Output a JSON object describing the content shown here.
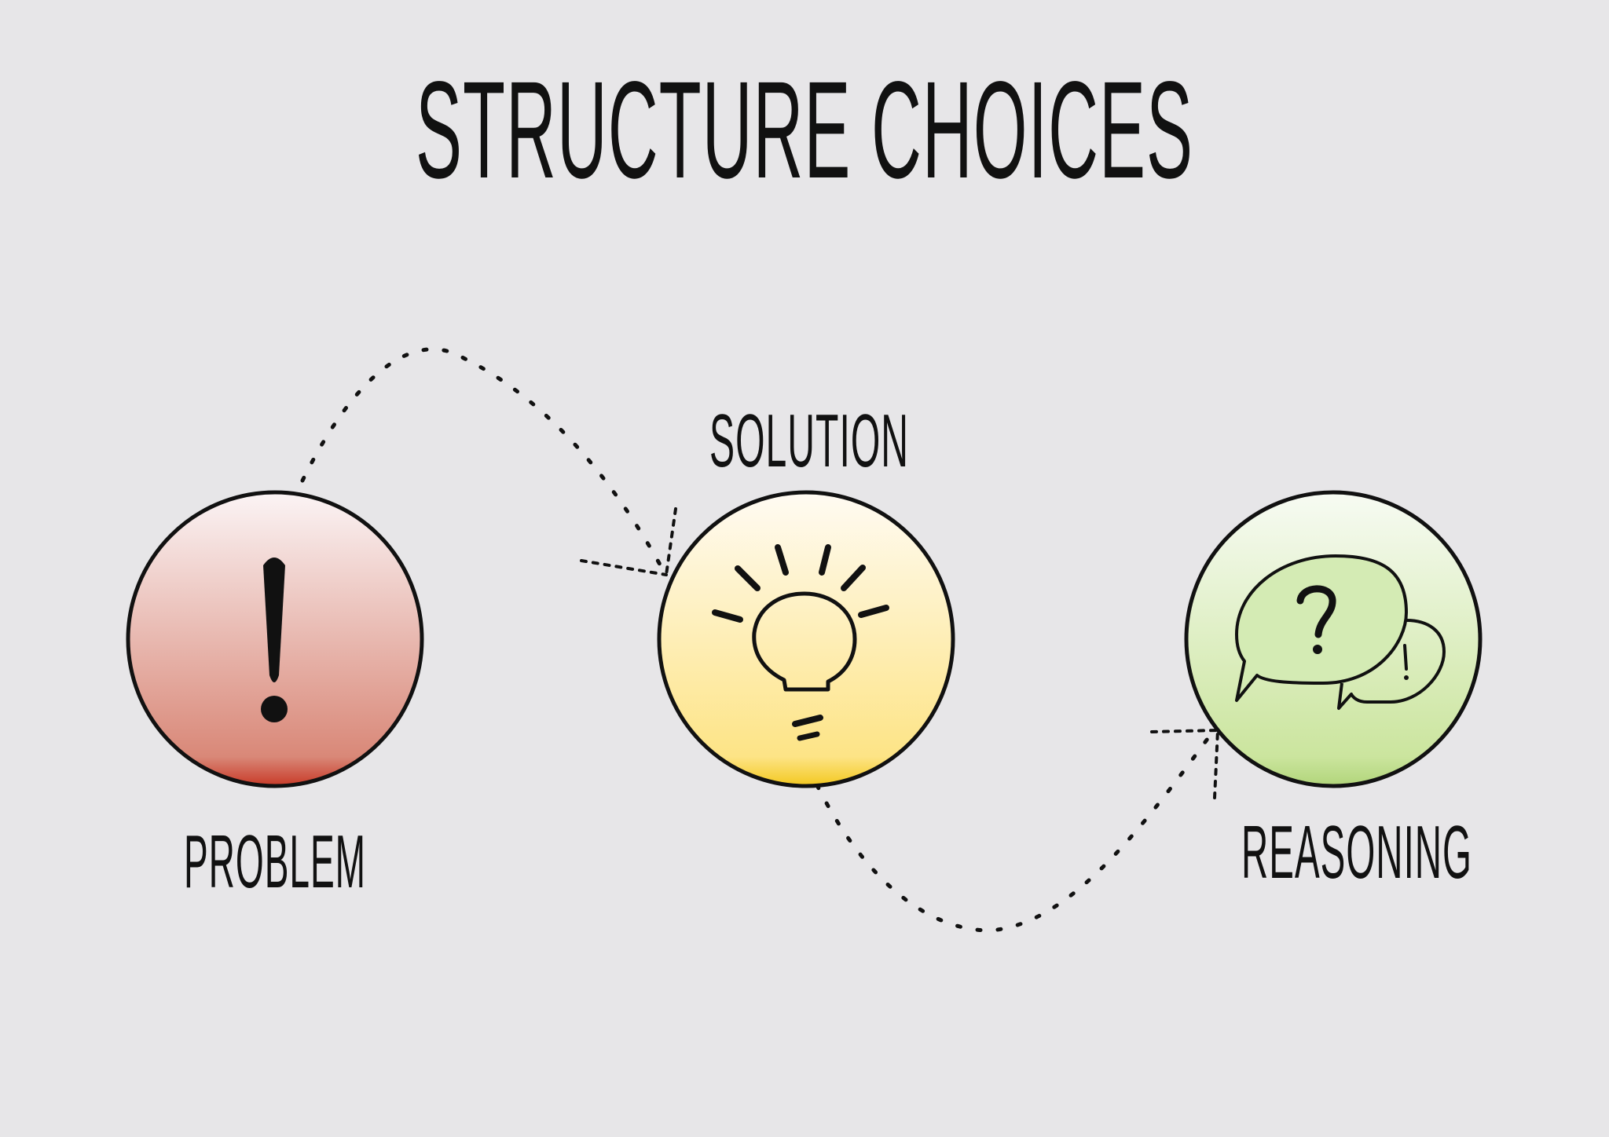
{
  "title": "STRUCTURE CHOICES",
  "nodes": [
    {
      "id": "problem",
      "label": "PROBLEM",
      "icon": "exclamation-icon",
      "color_top": "#fbf3f4",
      "color_bottom": "#d88578",
      "rim": "#c83a28"
    },
    {
      "id": "solution",
      "label": "SOLUTION",
      "icon": "lightbulb-icon",
      "color_top": "#fffaf0",
      "color_bottom": "#fde27c",
      "rim": "#f5cc2a"
    },
    {
      "id": "reasoning",
      "label": "REASONING",
      "icon": "speech-bubbles-icon",
      "color_top": "#f6fbf1",
      "color_bottom": "#c9e39a",
      "rim": "#b4d77e"
    }
  ],
  "connectors": [
    {
      "from": "problem",
      "to": "solution",
      "style": "dotted-arrow"
    },
    {
      "from": "solution",
      "to": "reasoning",
      "style": "dotted-arrow"
    }
  ],
  "colors": {
    "background": "#e7e6e8",
    "ink": "#111111"
  }
}
